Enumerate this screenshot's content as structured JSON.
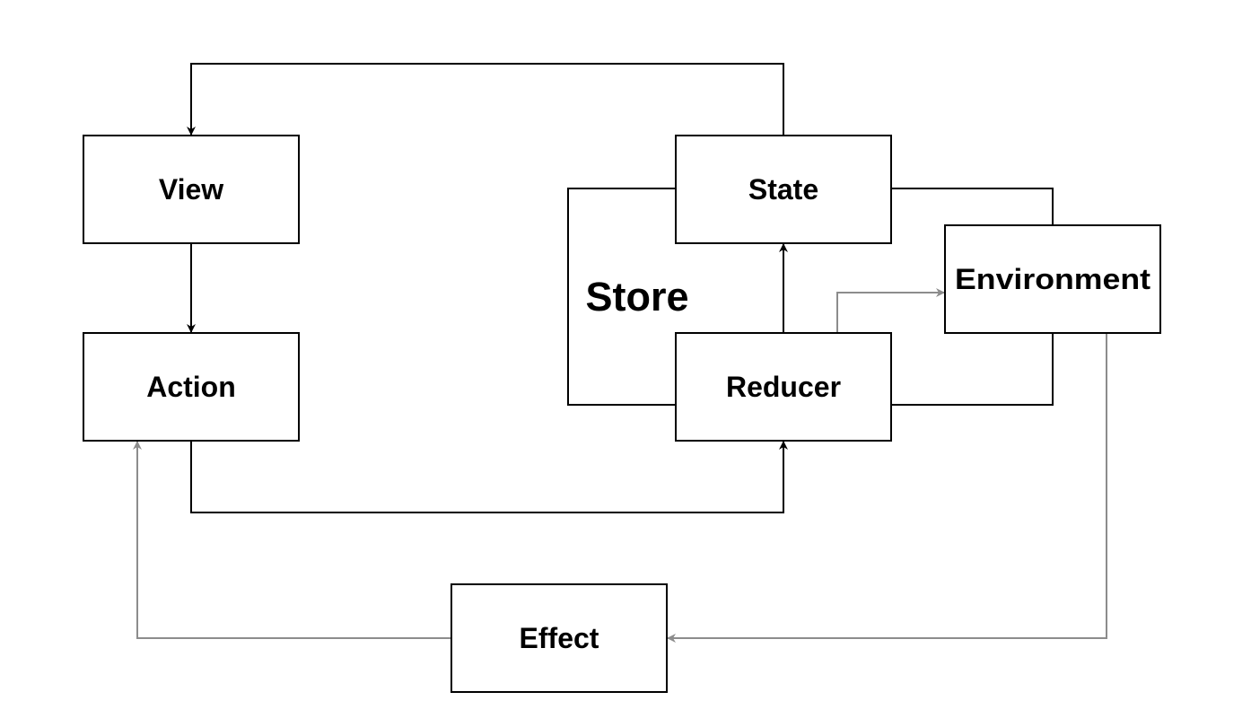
{
  "diagram": {
    "nodes": {
      "view": "View",
      "action": "Action",
      "state": "State",
      "reducer": "Reducer",
      "environment": "Environment",
      "effect": "Effect"
    },
    "group_label": "Store",
    "colors": {
      "primary_edge": "#000000",
      "secondary_edge": "#8c8c8c",
      "node_border": "#000000",
      "node_fill": "#ffffff"
    }
  }
}
